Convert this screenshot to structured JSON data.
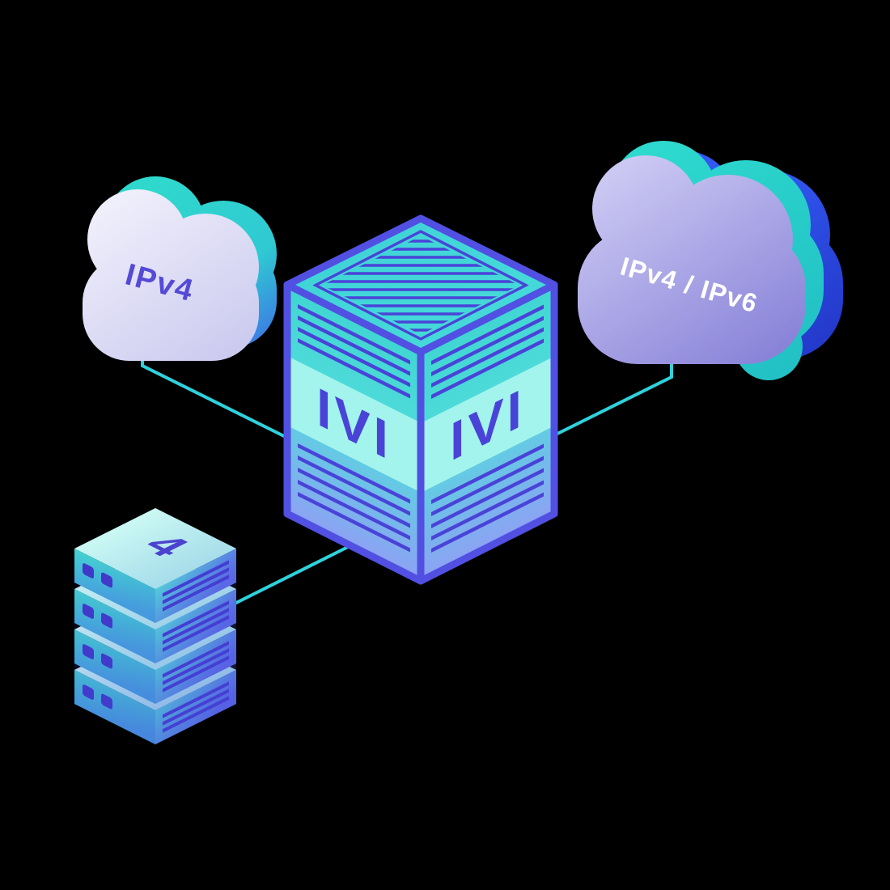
{
  "scene": {
    "background_color": "#000000",
    "accent_colors": {
      "teal": "#35D6CE",
      "indigo": "#4A43D8",
      "connector_cyan": "#2FD1DC",
      "cube_border_blue": "#5150E2",
      "cloud_lavender": "#D9D8F3",
      "cloud_purple": "#8E88DC",
      "deep_blue": "#3158F0",
      "face_periwinkle": "#8CA2F4",
      "label_white": "#FFFFFF"
    }
  },
  "nodes": {
    "ipv4_cloud": {
      "label": "IPv4"
    },
    "ipv4_ipv6_cloud": {
      "label": "IPv4 / IPv6"
    },
    "ivi_translator": {
      "left_face_label": "IVI",
      "right_face_label": "IVI"
    },
    "server_stack": {
      "top_label": "4",
      "unit_count": 4
    }
  },
  "connections": [
    {
      "from": "ipv4_cloud",
      "to": "ivi_translator"
    },
    {
      "from": "ipv4_ipv6_cloud",
      "to": "ivi_translator"
    },
    {
      "from": "server_stack",
      "to": "ivi_translator"
    }
  ]
}
